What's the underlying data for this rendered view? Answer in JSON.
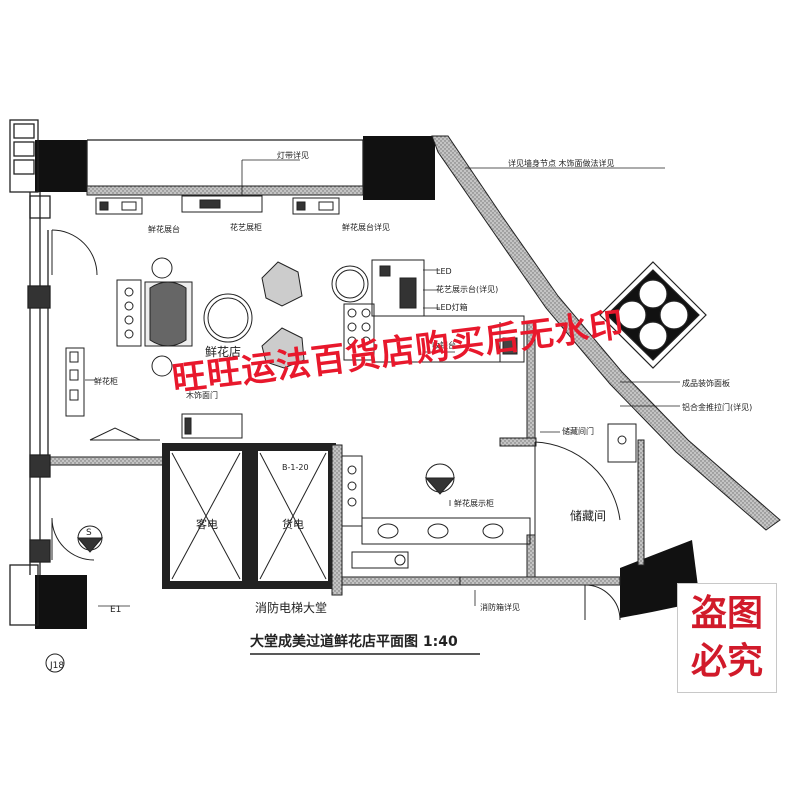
{
  "title": "大堂成美过道鲜花店平面图  1:40",
  "watermark": "旺旺运法百货店购买后无水印",
  "stamp": {
    "line1": "盗图",
    "line2": "必究"
  },
  "rooms": {
    "flower_shop": "鲜花店",
    "storage": "储藏间",
    "elevator_a": "客电",
    "elevator_b": "货电",
    "fire_lobby": "消防电梯大堂"
  },
  "labels": {
    "top_strip": "灯带详见",
    "top_right_note": "详见墙身节点  木饰面做法详见",
    "cab_1": "鲜花展台",
    "cab_2": "花艺展柜",
    "cab_3": "鲜花展台详见",
    "led_1": "LED",
    "led_2": "花艺展示台(详见)",
    "led_3": "LED灯箱",
    "counter": "收银台",
    "left_cab": "鲜花柜",
    "door_note": "木饰面门",
    "storage_note": "储藏间门",
    "right_note_1": "成品装饰面板",
    "right_note_2": "铝合金推拉门(详见)",
    "shelf": "鲜花展示柜",
    "bottom_note": "消防箱详见",
    "elev_tag": "B-1-20",
    "sym_s": "S",
    "dim_e1": "E1",
    "dim_j18": "J18"
  },
  "colors": {
    "wall": "#9a9a9a",
    "line": "#1a1a1a",
    "watermark": "#e8182c"
  }
}
